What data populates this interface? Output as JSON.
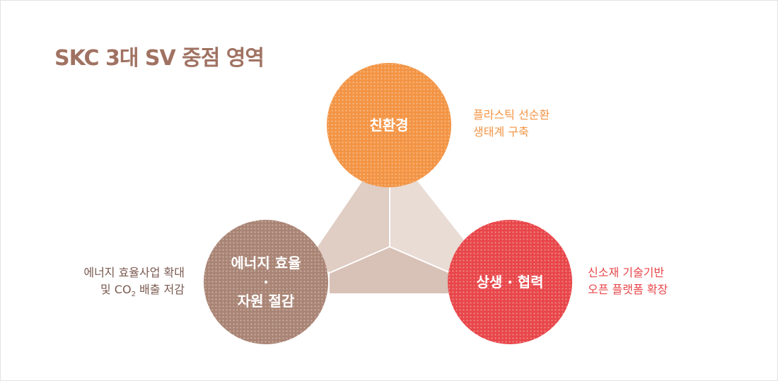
{
  "title": "SKC 3대 SV 중점 영역",
  "colors": {
    "title": "#a07262",
    "eco": "#f39444",
    "coop": "#e8464a",
    "energy": "#a98474"
  },
  "areas": [
    {
      "label": "친환경",
      "desc_lines": [
        "플라스틱 선순환",
        "생태계 구축"
      ]
    },
    {
      "label_lines": [
        "에너지 효율",
        "·",
        "자원 절감"
      ],
      "desc_line1": "에너지 효율사업 확대",
      "desc_line2_pre": "및 CO",
      "desc_line2_sub": "2",
      "desc_line2_post": " 배출 저감"
    },
    {
      "label": "상생 · 협력",
      "desc_lines": [
        "신소재 기술기반",
        "오픈 플랫폼 확장"
      ]
    }
  ]
}
